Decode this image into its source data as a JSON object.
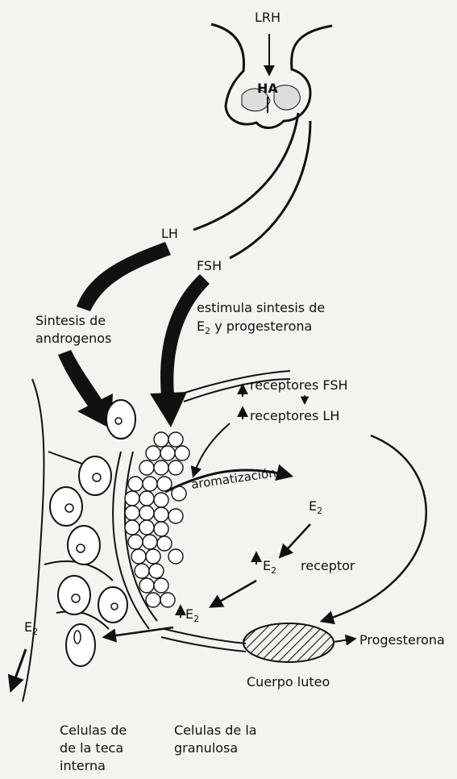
{
  "labels": {
    "lrh": "LRH",
    "ha": "HA",
    "lh": "LH",
    "fsh": "FSH",
    "sintesis_androgenos_line1": "Sintesis de",
    "sintesis_androgenos_line2": "androgenos",
    "estimula_line1": "estimula sintesis de",
    "estimula_line2_e": "E",
    "estimula_line2_sub": "2",
    "estimula_line2_rest": " y progesterona",
    "receptores_fsh": "receptores FSH",
    "receptores_lh": "receptores LH",
    "aromatizacion": "aromatización",
    "e2_top_e": "E",
    "e2_top_sub": "2",
    "e2_receptor_e": "E",
    "e2_receptor_sub": "2",
    "receptor": "receptor",
    "e2_lower_e": "E",
    "e2_lower_sub": "2",
    "e2_left_e": "E",
    "e2_left_sub": "2",
    "progesterona": "Progesterona",
    "cuerpo_luteo": "Cuerpo luteo",
    "celulas_teca_line1": "Celulas de",
    "celulas_teca_line2": "de la teca",
    "celulas_teca_line3": "interna",
    "celulas_granulosa_line1": "Celulas de la",
    "celulas_granulosa_line2": "granulosa"
  }
}
